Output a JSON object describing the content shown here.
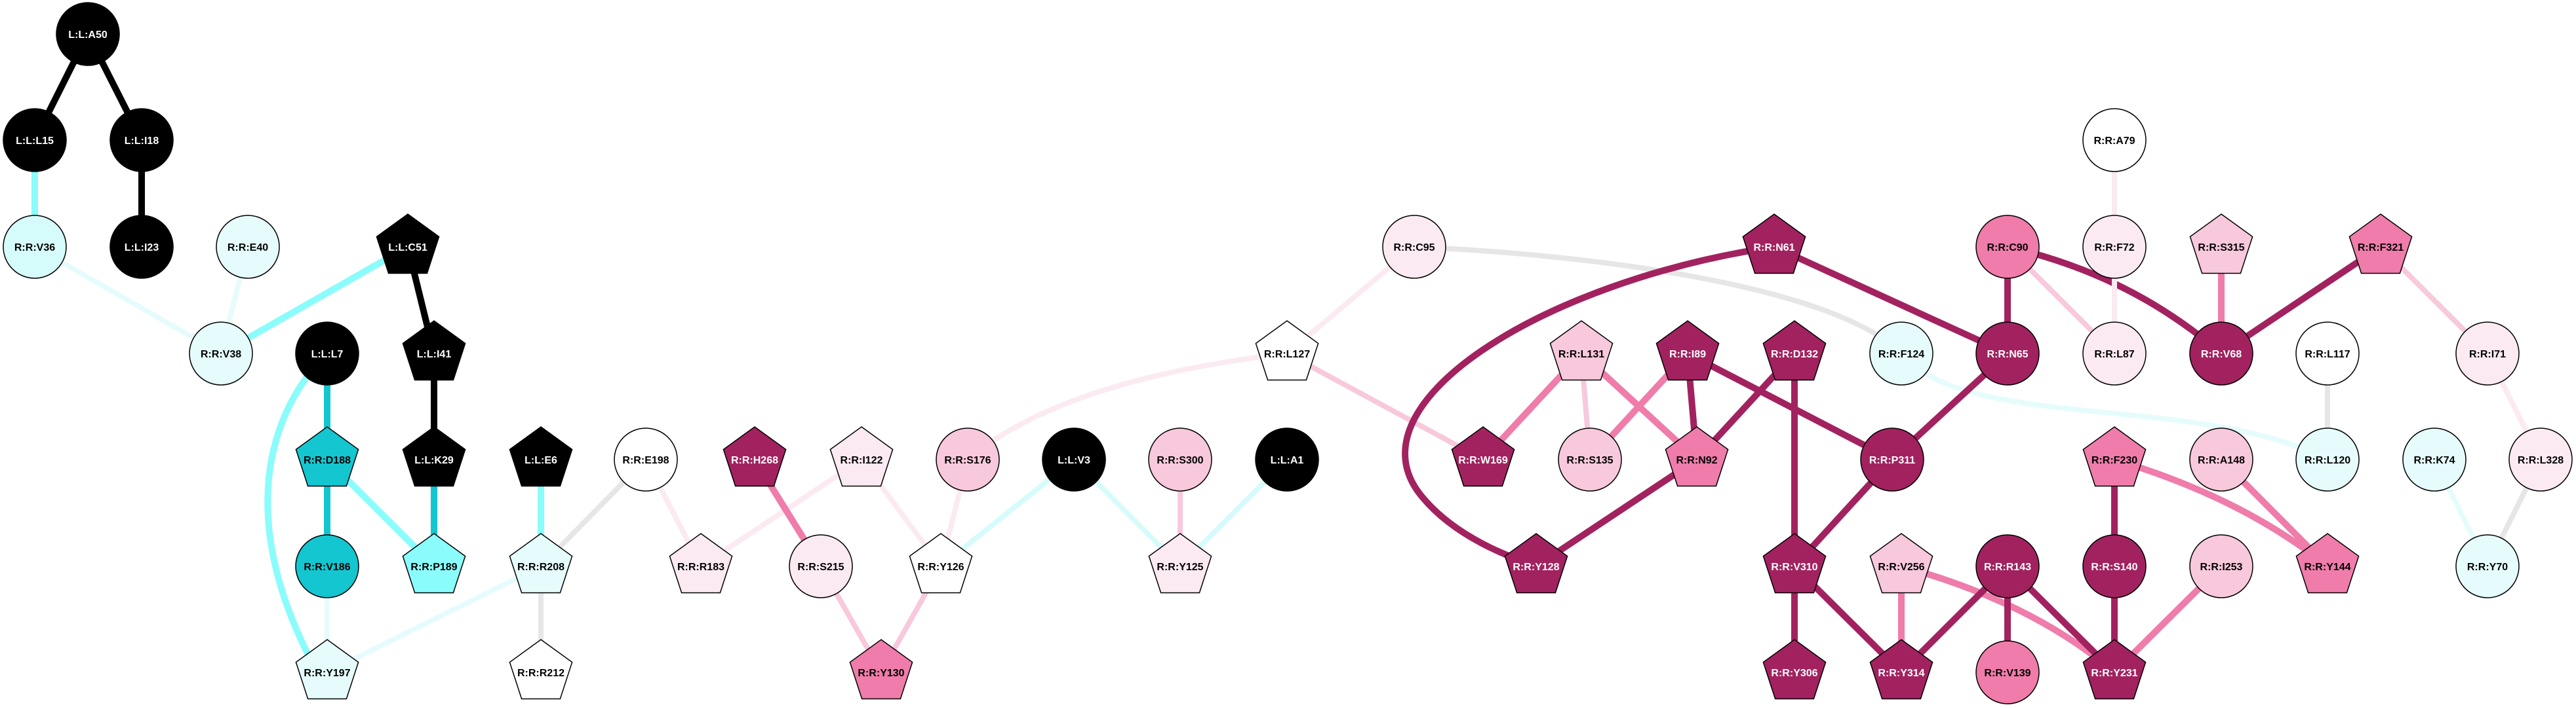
{
  "colors": {
    "black": "#000000",
    "dark_magenta": "#a2225f",
    "medium_pink": "#ef7caa",
    "light_pink": "#f8c8dc",
    "very_light_pink": "#fbeaf2",
    "white": "#ffffff",
    "dark_cyan": "#13c6d0",
    "cyan": "#8bfcfc",
    "pale_cyan": "#d6fbfb",
    "very_light_cyan": "#e6fcfc",
    "grey": "#e6e6e6"
  },
  "nodes": [
    {
      "id": "A50",
      "label": "L:L:A50",
      "shape": "circle",
      "fill": "black"
    },
    {
      "id": "L15",
      "label": "L:L:L15",
      "shape": "circle",
      "fill": "black"
    },
    {
      "id": "I18",
      "label": "L:L:I18",
      "shape": "circle",
      "fill": "black"
    },
    {
      "id": "V36",
      "label": "R:R:V36",
      "shape": "circle",
      "fill": "pale_cyan"
    },
    {
      "id": "I23",
      "label": "L:L:I23",
      "shape": "circle",
      "fill": "black"
    },
    {
      "id": "E40",
      "label": "R:R:E40",
      "shape": "circle",
      "fill": "very_light_cyan"
    },
    {
      "id": "C51",
      "label": "L:L:C51",
      "shape": "pentagon",
      "fill": "black"
    },
    {
      "id": "V38",
      "label": "R:R:V38",
      "shape": "circle",
      "fill": "very_light_cyan"
    },
    {
      "id": "L7",
      "label": "L:L:L7",
      "shape": "circle",
      "fill": "black"
    },
    {
      "id": "I41",
      "label": "L:L:I41",
      "shape": "pentagon",
      "fill": "black"
    },
    {
      "id": "D188",
      "label": "R:R:D188",
      "shape": "pentagon",
      "fill": "dark_cyan"
    },
    {
      "id": "K29",
      "label": "L:L:K29",
      "shape": "pentagon",
      "fill": "black"
    },
    {
      "id": "E6",
      "label": "L:L:E6",
      "shape": "pentagon",
      "fill": "black"
    },
    {
      "id": "E198",
      "label": "R:R:E198",
      "shape": "circle",
      "fill": "white"
    },
    {
      "id": "V186",
      "label": "R:R:V186",
      "shape": "circle",
      "fill": "dark_cyan"
    },
    {
      "id": "P189",
      "label": "R:R:P189",
      "shape": "pentagon",
      "fill": "cyan"
    },
    {
      "id": "R208",
      "label": "R:R:R208",
      "shape": "pentagon",
      "fill": "very_light_cyan"
    },
    {
      "id": "Y197",
      "label": "R:R:Y197",
      "shape": "pentagon",
      "fill": "very_light_cyan"
    },
    {
      "id": "R212",
      "label": "R:R:R212",
      "shape": "pentagon",
      "fill": "white"
    },
    {
      "id": "H268",
      "label": "R:R:H268",
      "shape": "pentagon",
      "fill": "dark_magenta"
    },
    {
      "id": "I122",
      "label": "R:R:I122",
      "shape": "pentagon",
      "fill": "very_light_pink"
    },
    {
      "id": "S176",
      "label": "R:R:S176",
      "shape": "circle",
      "fill": "light_pink"
    },
    {
      "id": "V3",
      "label": "L:L:V3",
      "shape": "circle",
      "fill": "black"
    },
    {
      "id": "S300",
      "label": "R:R:S300",
      "shape": "circle",
      "fill": "light_pink"
    },
    {
      "id": "A1",
      "label": "L:L:A1",
      "shape": "circle",
      "fill": "black"
    },
    {
      "id": "R183",
      "label": "R:R:R183",
      "shape": "pentagon",
      "fill": "very_light_pink"
    },
    {
      "id": "S215",
      "label": "R:R:S215",
      "shape": "circle",
      "fill": "very_light_pink"
    },
    {
      "id": "Y126",
      "label": "R:R:Y126",
      "shape": "pentagon",
      "fill": "white"
    },
    {
      "id": "Y125",
      "label": "R:R:Y125",
      "shape": "pentagon",
      "fill": "very_light_pink"
    },
    {
      "id": "Y130",
      "label": "R:R:Y130",
      "shape": "pentagon",
      "fill": "medium_pink"
    },
    {
      "id": "L127",
      "label": "R:R:L127",
      "shape": "pentagon",
      "fill": "white"
    },
    {
      "id": "C95",
      "label": "R:R:C95",
      "shape": "circle",
      "fill": "very_light_pink"
    },
    {
      "id": "N61",
      "label": "R:R:N61",
      "shape": "pentagon",
      "fill": "dark_magenta"
    },
    {
      "id": "L131",
      "label": "R:R:L131",
      "shape": "pentagon",
      "fill": "light_pink"
    },
    {
      "id": "I89",
      "label": "R:R:I89",
      "shape": "pentagon",
      "fill": "dark_magenta"
    },
    {
      "id": "D132",
      "label": "R:R:D132",
      "shape": "pentagon",
      "fill": "dark_magenta"
    },
    {
      "id": "F124",
      "label": "R:R:F124",
      "shape": "circle",
      "fill": "very_light_cyan"
    },
    {
      "id": "W169",
      "label": "R:R:W169",
      "shape": "pentagon",
      "fill": "dark_magenta"
    },
    {
      "id": "S135",
      "label": "R:R:S135",
      "shape": "circle",
      "fill": "light_pink"
    },
    {
      "id": "N92",
      "label": "R:R:N92",
      "shape": "pentagon",
      "fill": "medium_pink"
    },
    {
      "id": "P311",
      "label": "R:R:P311",
      "shape": "circle",
      "fill": "dark_magenta"
    },
    {
      "id": "Y128",
      "label": "R:R:Y128",
      "shape": "pentagon",
      "fill": "dark_magenta"
    },
    {
      "id": "V310",
      "label": "R:R:V310",
      "shape": "pentagon",
      "fill": "dark_magenta"
    },
    {
      "id": "V256",
      "label": "R:R:V256",
      "shape": "pentagon",
      "fill": "light_pink"
    },
    {
      "id": "Y306",
      "label": "R:R:Y306",
      "shape": "pentagon",
      "fill": "dark_magenta"
    },
    {
      "id": "Y314",
      "label": "R:R:Y314",
      "shape": "pentagon",
      "fill": "dark_magenta"
    },
    {
      "id": "A79",
      "label": "R:R:A79",
      "shape": "circle",
      "fill": "white"
    },
    {
      "id": "C90",
      "label": "R:R:C90",
      "shape": "circle",
      "fill": "medium_pink"
    },
    {
      "id": "F72",
      "label": "R:R:F72",
      "shape": "circle",
      "fill": "very_light_pink"
    },
    {
      "id": "S315",
      "label": "R:R:S315",
      "shape": "pentagon",
      "fill": "light_pink"
    },
    {
      "id": "F321",
      "label": "R:R:F321",
      "shape": "pentagon",
      "fill": "medium_pink"
    },
    {
      "id": "N65",
      "label": "R:R:N65",
      "shape": "circle",
      "fill": "dark_magenta"
    },
    {
      "id": "L87",
      "label": "R:R:L87",
      "shape": "circle",
      "fill": "very_light_pink"
    },
    {
      "id": "V68",
      "label": "R:R:V68",
      "shape": "circle",
      "fill": "dark_magenta"
    },
    {
      "id": "L117",
      "label": "R:R:L117",
      "shape": "circle",
      "fill": "white"
    },
    {
      "id": "I71",
      "label": "R:R:I71",
      "shape": "circle",
      "fill": "very_light_pink"
    },
    {
      "id": "F230",
      "label": "R:R:F230",
      "shape": "pentagon",
      "fill": "medium_pink"
    },
    {
      "id": "A148",
      "label": "R:R:A148",
      "shape": "circle",
      "fill": "light_pink"
    },
    {
      "id": "L120",
      "label": "R:R:L120",
      "shape": "circle",
      "fill": "very_light_cyan"
    },
    {
      "id": "K74",
      "label": "R:R:K74",
      "shape": "circle",
      "fill": "very_light_cyan"
    },
    {
      "id": "L328",
      "label": "R:R:L328",
      "shape": "circle",
      "fill": "very_light_pink"
    },
    {
      "id": "R143",
      "label": "R:R:R143",
      "shape": "circle",
      "fill": "dark_magenta"
    },
    {
      "id": "S140",
      "label": "R:R:S140",
      "shape": "circle",
      "fill": "dark_magenta"
    },
    {
      "id": "I253",
      "label": "R:R:I253",
      "shape": "circle",
      "fill": "light_pink"
    },
    {
      "id": "Y144",
      "label": "R:R:Y144",
      "shape": "pentagon",
      "fill": "medium_pink"
    },
    {
      "id": "Y70",
      "label": "R:R:Y70",
      "shape": "circle",
      "fill": "very_light_cyan"
    },
    {
      "id": "V139",
      "label": "R:R:V139",
      "shape": "circle",
      "fill": "medium_pink"
    },
    {
      "id": "Y231",
      "label": "R:R:Y231",
      "shape": "pentagon",
      "fill": "dark_magenta"
    }
  ],
  "edges": [
    {
      "from": "A50",
      "to": "L15",
      "color": "black"
    },
    {
      "from": "A50",
      "to": "I18",
      "color": "black"
    },
    {
      "from": "I18",
      "to": "I23",
      "color": "black"
    },
    {
      "from": "L15",
      "to": "V36",
      "color": "cyan"
    },
    {
      "from": "V36",
      "to": "V38",
      "color": "very_light_cyan"
    },
    {
      "from": "E40",
      "to": "V38",
      "color": "very_light_cyan"
    },
    {
      "from": "C51",
      "to": "V38",
      "color": "cyan"
    },
    {
      "from": "C51",
      "to": "I41",
      "color": "black"
    },
    {
      "from": "I41",
      "to": "K29",
      "color": "black"
    },
    {
      "from": "K29",
      "to": "P189",
      "color": "dark_cyan"
    },
    {
      "from": "L7",
      "to": "D188",
      "color": "dark_cyan"
    },
    {
      "from": "D188",
      "to": "V186",
      "color": "dark_cyan"
    },
    {
      "from": "D188",
      "to": "P189",
      "color": "cyan"
    },
    {
      "from": "L7",
      "to": "Y197",
      "color": "cyan"
    },
    {
      "from": "V186",
      "to": "Y197",
      "color": "very_light_cyan"
    },
    {
      "from": "E6",
      "to": "R208",
      "color": "cyan"
    },
    {
      "from": "E198",
      "to": "R208",
      "color": "grey"
    },
    {
      "from": "R208",
      "to": "Y197",
      "color": "very_light_cyan"
    },
    {
      "from": "R208",
      "to": "R212",
      "color": "grey"
    },
    {
      "from": "E198",
      "to": "R183",
      "color": "very_light_pink"
    },
    {
      "from": "I122",
      "to": "R183",
      "color": "very_light_pink"
    },
    {
      "from": "H268",
      "to": "S215",
      "color": "medium_pink"
    },
    {
      "from": "I122",
      "to": "Y126",
      "color": "very_light_pink"
    },
    {
      "from": "S176",
      "to": "Y126",
      "color": "very_light_pink"
    },
    {
      "from": "S176",
      "to": "L127",
      "color": "very_light_pink"
    },
    {
      "from": "V3",
      "to": "Y126",
      "color": "pale_cyan"
    },
    {
      "from": "V3",
      "to": "Y125",
      "color": "pale_cyan"
    },
    {
      "from": "S300",
      "to": "Y125",
      "color": "light_pink"
    },
    {
      "from": "A1",
      "to": "Y125",
      "color": "pale_cyan"
    },
    {
      "from": "S215",
      "to": "Y130",
      "color": "light_pink"
    },
    {
      "from": "Y126",
      "to": "Y130",
      "color": "light_pink"
    },
    {
      "from": "L127",
      "to": "C95",
      "color": "very_light_pink"
    },
    {
      "from": "L127",
      "to": "W169",
      "color": "light_pink"
    },
    {
      "from": "C95",
      "to": "F124",
      "color": "grey"
    },
    {
      "from": "N61",
      "to": "Y128",
      "color": "dark_magenta"
    },
    {
      "from": "N61",
      "to": "N65",
      "color": "dark_magenta"
    },
    {
      "from": "L131",
      "to": "W169",
      "color": "medium_pink"
    },
    {
      "from": "L131",
      "to": "S135",
      "color": "light_pink"
    },
    {
      "from": "L131",
      "to": "N92",
      "color": "medium_pink"
    },
    {
      "from": "I89",
      "to": "S135",
      "color": "medium_pink"
    },
    {
      "from": "I89",
      "to": "N92",
      "color": "dark_magenta"
    },
    {
      "from": "I89",
      "to": "P311",
      "color": "dark_magenta"
    },
    {
      "from": "D132",
      "to": "N92",
      "color": "dark_magenta"
    },
    {
      "from": "D132",
      "to": "V310",
      "color": "dark_magenta"
    },
    {
      "from": "F124",
      "to": "L120",
      "color": "very_light_cyan"
    },
    {
      "from": "N65",
      "to": "P311",
      "color": "dark_magenta"
    },
    {
      "from": "N92",
      "to": "Y128",
      "color": "dark_magenta"
    },
    {
      "from": "P311",
      "to": "V310",
      "color": "dark_magenta"
    },
    {
      "from": "V310",
      "to": "Y306",
      "color": "dark_magenta"
    },
    {
      "from": "V310",
      "to": "Y314",
      "color": "dark_magenta"
    },
    {
      "from": "V256",
      "to": "Y314",
      "color": "medium_pink"
    },
    {
      "from": "V256",
      "to": "Y231",
      "color": "medium_pink"
    },
    {
      "from": "R143",
      "to": "Y314",
      "color": "dark_magenta"
    },
    {
      "from": "R143",
      "to": "V139",
      "color": "dark_magenta"
    },
    {
      "from": "R143",
      "to": "Y231",
      "color": "dark_magenta"
    },
    {
      "from": "C90",
      "to": "N65",
      "color": "dark_magenta"
    },
    {
      "from": "C90",
      "to": "L87",
      "color": "light_pink"
    },
    {
      "from": "C90",
      "to": "V68",
      "color": "dark_magenta"
    },
    {
      "from": "A79",
      "to": "F72",
      "color": "very_light_pink"
    },
    {
      "from": "F72",
      "to": "L87",
      "color": "very_light_pink"
    },
    {
      "from": "S315",
      "to": "V68",
      "color": "medium_pink"
    },
    {
      "from": "F321",
      "to": "V68",
      "color": "dark_magenta"
    },
    {
      "from": "F321",
      "to": "I71",
      "color": "light_pink"
    },
    {
      "from": "L117",
      "to": "L120",
      "color": "grey"
    },
    {
      "from": "I71",
      "to": "L328",
      "color": "very_light_pink"
    },
    {
      "from": "F230",
      "to": "S140",
      "color": "dark_magenta"
    },
    {
      "from": "F230",
      "to": "Y144",
      "color": "medium_pink"
    },
    {
      "from": "A148",
      "to": "Y144",
      "color": "medium_pink"
    },
    {
      "from": "S140",
      "to": "Y231",
      "color": "dark_magenta"
    },
    {
      "from": "I253",
      "to": "Y231",
      "color": "medium_pink"
    },
    {
      "from": "K74",
      "to": "Y70",
      "color": "very_light_cyan"
    },
    {
      "from": "L328",
      "to": "Y70",
      "color": "grey"
    }
  ]
}
